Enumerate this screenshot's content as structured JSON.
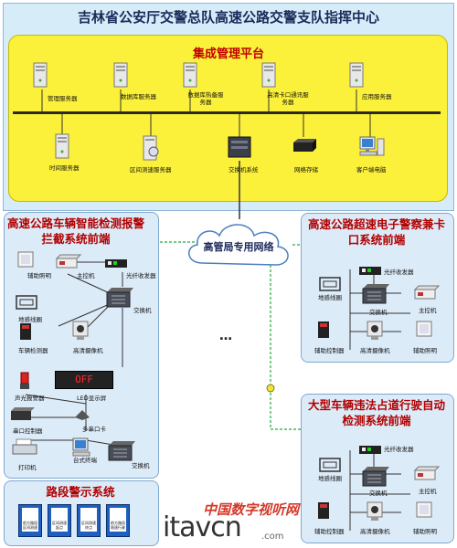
{
  "header": {
    "title": "吉林省公安厅交警总队高速公路交警支队指挥中心",
    "platform": "集成管理平台"
  },
  "center_nodes": {
    "mgmt_server": "管理服务器",
    "db_server": "数据库服务器",
    "db_hot_server": "数据库热备服务器",
    "checkpoint_server": "高清卡口通讯服务器",
    "app_server": "应用服务器",
    "time_server": "时间服务器",
    "section_speed_server": "区间测速服务器",
    "switch": "交换机系统",
    "storage": "网络存储",
    "client": "客户端电脑"
  },
  "cloud": {
    "label": "高管局专用网络"
  },
  "ellipsis": "…",
  "panel_left": {
    "title": "高速公路车辆智能检测报警拦截系统前端",
    "aux_light": "辅助照明",
    "main_ctrl": "主控机",
    "fiber": "光纤收发器",
    "switch": "交换机",
    "loop": "地感线圈",
    "detector": "车辆检测器",
    "hd_camera": "高清摄像机",
    "alarm": "声光报警器",
    "led": "LED显示屏",
    "led_text": "OFF",
    "serial_ctrl": "串口控制器",
    "multi_serial": "多串口卡",
    "printer": "打印机",
    "desktop": "台式终端",
    "switch2": "交换机"
  },
  "panel_right1": {
    "title": "高速公路超速电子警察兼卡口系统前端",
    "fiber": "光纤收发器",
    "switch": "交换机",
    "main_ctrl": "主控机",
    "loop": "地感线圈",
    "aux_ctrl": "辅助控制器",
    "hd_camera": "高清摄像机",
    "aux_light": "辅助照明"
  },
  "panel_right2": {
    "title": "大型车辆违法占道行驶自动检测系统前端",
    "fiber": "光纤收发器",
    "switch": "交换机",
    "main_ctrl": "主控机",
    "loop": "地感线圈",
    "aux_ctrl": "辅助控制器",
    "hd_camera": "高清摄像机",
    "aux_light": "辅助照明"
  },
  "panel_warn": {
    "title": "路段警示系统",
    "signs": [
      "前方路段 区间测速",
      "区间测速 起点",
      "区间测速 终点",
      "前方路段 限速行驶"
    ]
  },
  "watermark": {
    "brand_cn": "中国数字视听网",
    "brand": "itavcn",
    "domain": ".com"
  },
  "colors": {
    "outer_bg": "#d6ecf8",
    "platform_bg": "#fcf13a",
    "panel_bg": "#dcebf8",
    "title_red": "#b00000",
    "title_navy": "#1a2a5a"
  }
}
